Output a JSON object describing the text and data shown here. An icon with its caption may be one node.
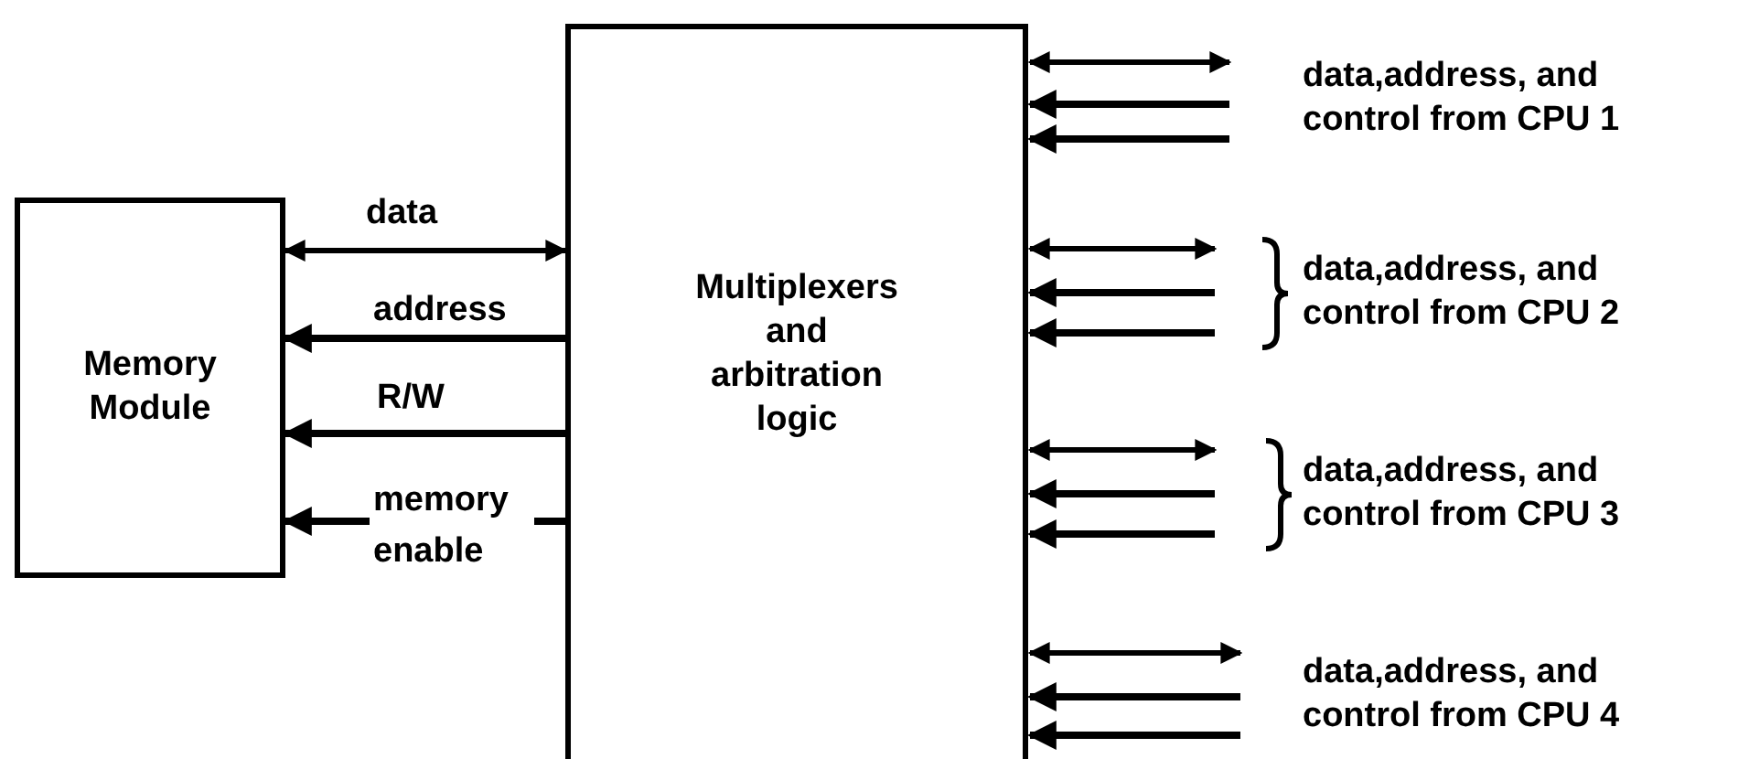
{
  "diagram": {
    "nodes": [
      {
        "text": [
          "Memory Module"
        ]
      },
      {
        "text": [
          "Multiplexers and arbitration logic"
        ]
      }
    ],
    "edges": [
      {
        "from": 1,
        "to": 0,
        "arrow": "both",
        "label": "data"
      },
      {
        "from": 1,
        "to": 0,
        "arrow": "to",
        "label": "address"
      },
      {
        "from": 1,
        "to": 0,
        "arrow": "to",
        "label": "R/W"
      },
      {
        "from": 1,
        "to": 0,
        "arrow": "to",
        "label": "memory enable"
      },
      {
        "from": 1,
        "to": null,
        "arrow": "both"
      },
      {
        "from": null,
        "to": 1,
        "arrow": "to"
      },
      {
        "from": null,
        "to": 1,
        "arrow": "to"
      },
      {
        "from": 1,
        "to": null,
        "arrow": "both"
      },
      {
        "from": null,
        "to": 1,
        "arrow": "to"
      },
      {
        "from": null,
        "to": 1,
        "arrow": "to"
      },
      {
        "from": 1,
        "to": null,
        "arrow": "both"
      },
      {
        "from": null,
        "to": 1,
        "arrow": "to"
      },
      {
        "from": null,
        "to": 1,
        "arrow": "to"
      },
      {
        "from": 1,
        "to": null,
        "arrow": "both"
      },
      {
        "from": null,
        "to": 1,
        "arrow": "to"
      },
      {
        "from": null,
        "to": 1,
        "arrow": "to"
      }
    ],
    "labels": [
      "data,address, and control from CPU 1",
      "data,address, and control from CPU 2",
      "data,address, and control from CPU 3",
      "data,address, and control from CPU 4"
    ]
  }
}
